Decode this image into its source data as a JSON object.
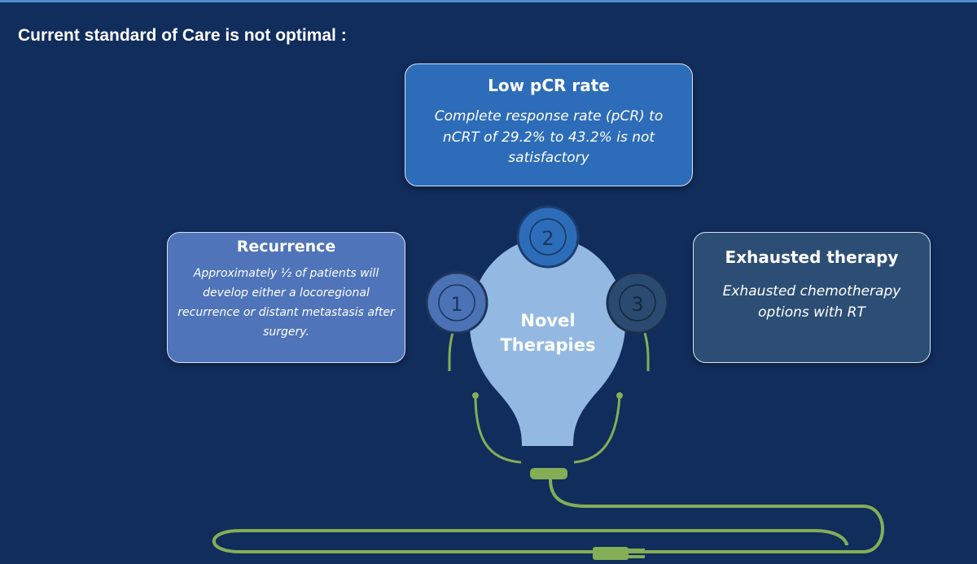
{
  "title": "Current standard of Care is not optimal :",
  "center": {
    "line1": "Novel",
    "line2": "Therapies"
  },
  "markers": [
    {
      "number": "1",
      "color": "#4a72b5"
    },
    {
      "number": "2",
      "color": "#2d6cb8"
    },
    {
      "number": "3",
      "color": "#2b4a70"
    }
  ],
  "boxes": {
    "low_pcr": {
      "title": "Low pCR rate",
      "body": "Complete response rate (pCR) to nCRT of 29.2% to 43.2% is not satisfactory"
    },
    "recurrence": {
      "title": "Recurrence",
      "body": "Approximately ½ of patients will develop either a locoregional recurrence or distant metastasis after surgery."
    },
    "exhausted": {
      "title": "Exhausted therapy",
      "body": "Exhausted chemotherapy options with RT"
    }
  },
  "colors": {
    "background": "#112d5c",
    "bulb": "#93b9e2",
    "wire": "#84ae55"
  }
}
